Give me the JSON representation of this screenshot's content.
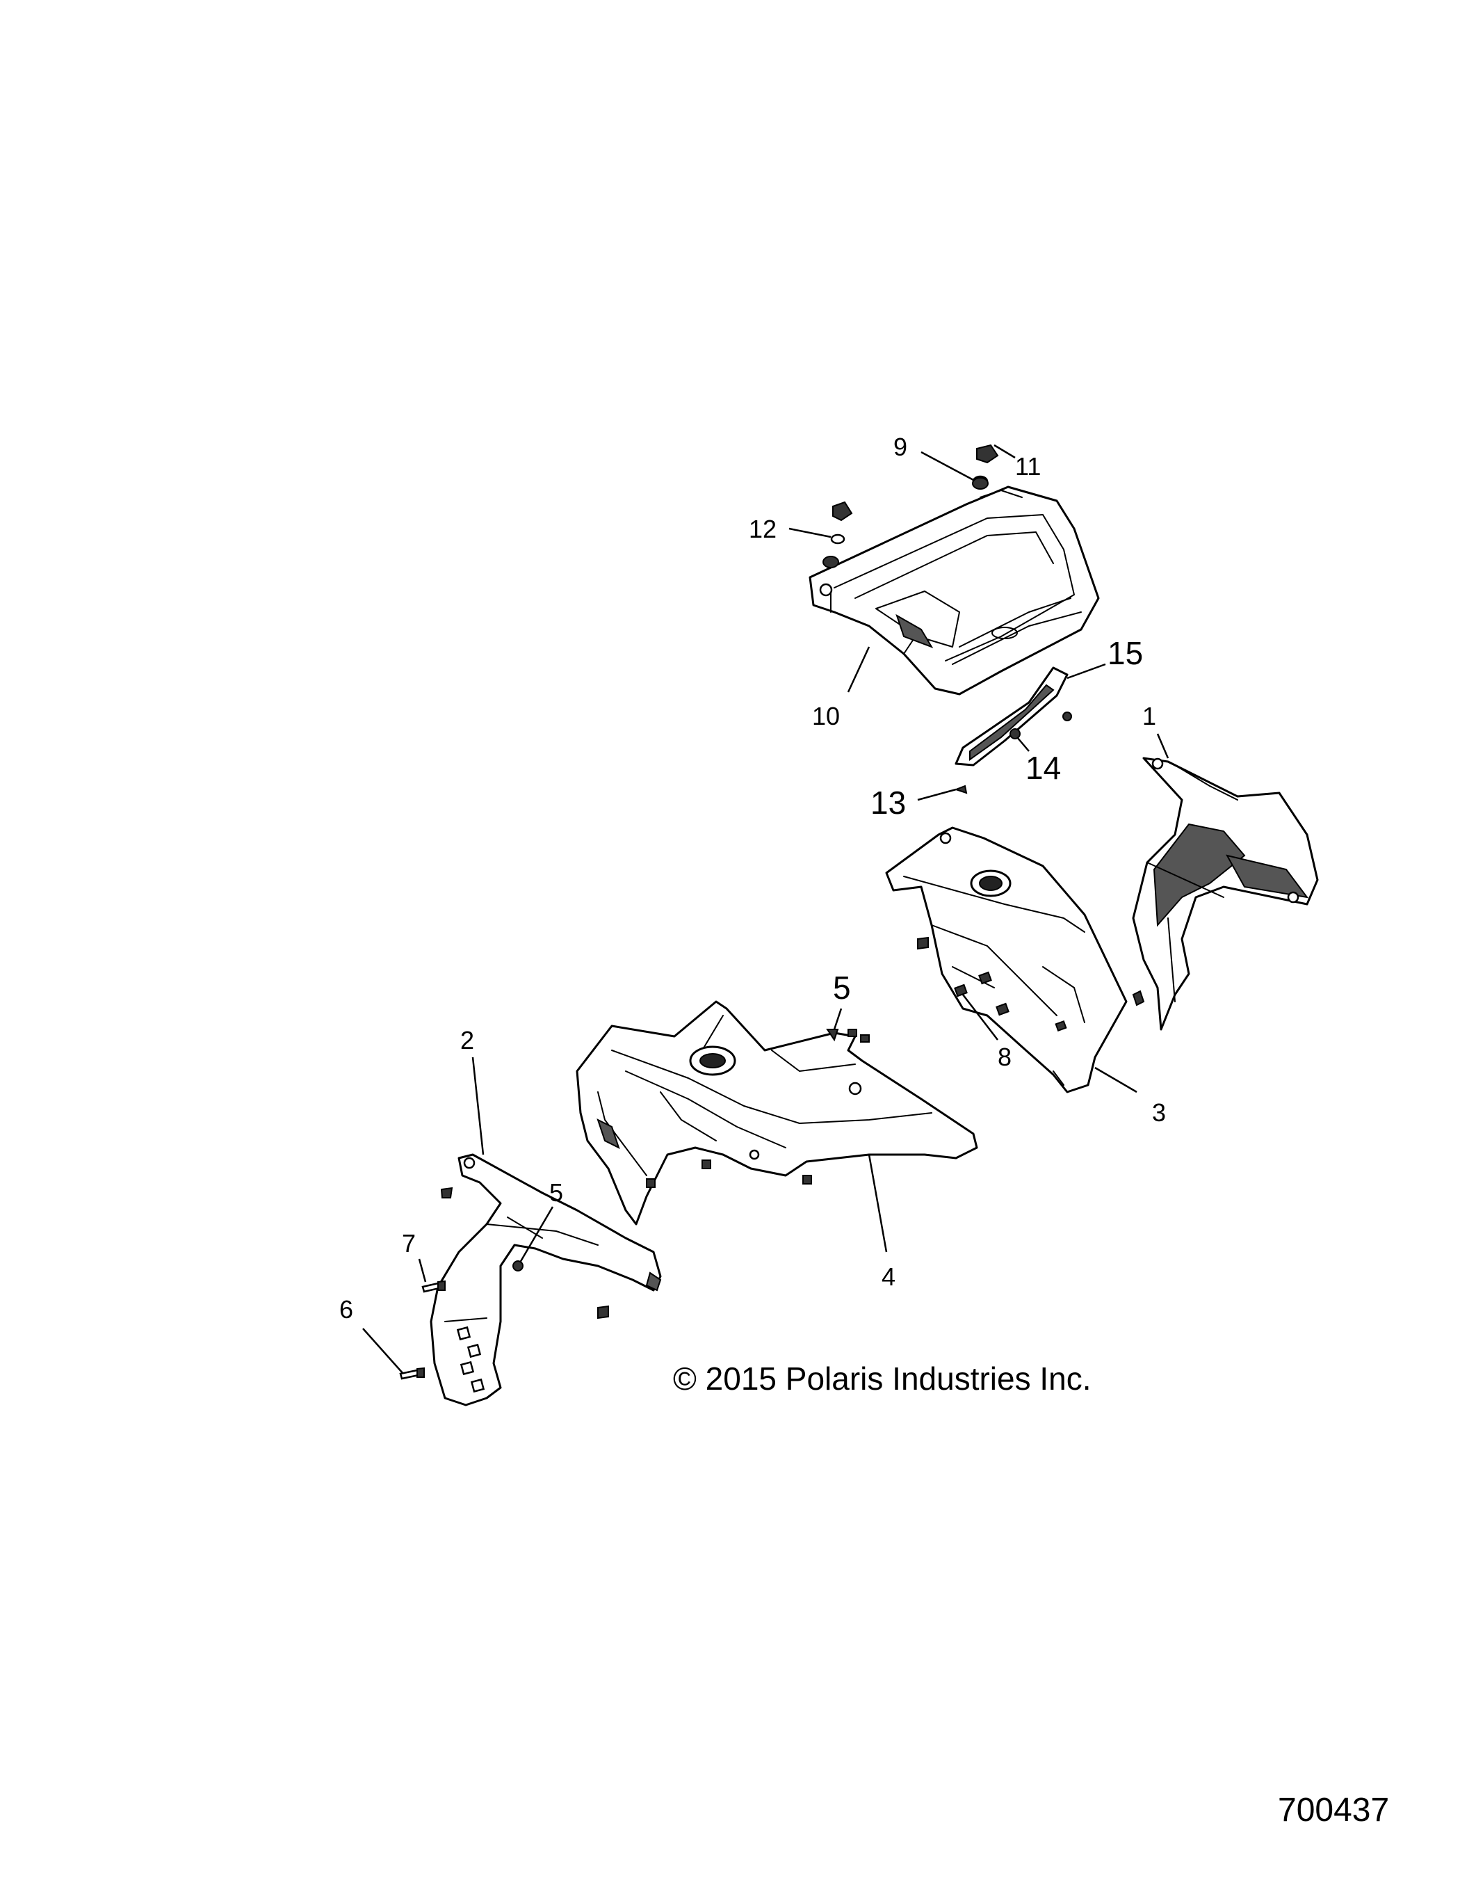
{
  "callouts": [
    {
      "id": "1",
      "label": "1"
    },
    {
      "id": "2",
      "label": "2"
    },
    {
      "id": "3",
      "label": "3"
    },
    {
      "id": "4",
      "label": "4"
    },
    {
      "id": "5a",
      "label": "5"
    },
    {
      "id": "5b",
      "label": "5"
    },
    {
      "id": "6",
      "label": "6"
    },
    {
      "id": "7",
      "label": "7"
    },
    {
      "id": "8",
      "label": "8"
    },
    {
      "id": "9",
      "label": "9"
    },
    {
      "id": "10",
      "label": "10"
    },
    {
      "id": "11",
      "label": "11"
    },
    {
      "id": "12",
      "label": "12"
    },
    {
      "id": "13",
      "label": "13"
    },
    {
      "id": "14",
      "label": "14"
    },
    {
      "id": "15",
      "label": "15"
    }
  ],
  "copyright": "© 2015 Polaris Industries Inc.",
  "document_number": "700437"
}
